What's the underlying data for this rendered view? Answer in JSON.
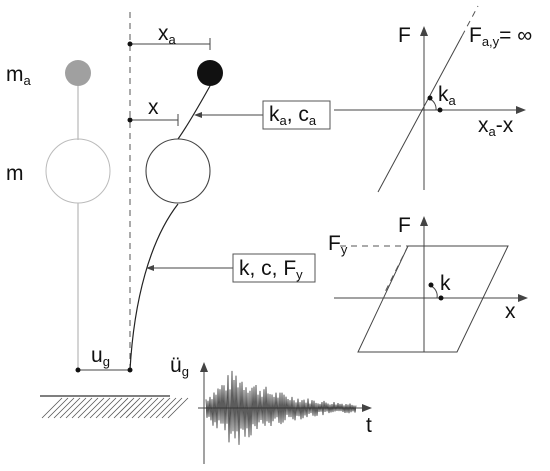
{
  "labels": {
    "m_a": "m",
    "m_a_sub": "a",
    "m": "m",
    "x_a": "x",
    "x_a_sub": "a",
    "x": "x",
    "u_g": "u",
    "u_g_sub": "g",
    "k_a_c_a_box": {
      "k": "k",
      "k_sub": "a",
      "sep": ", c",
      "c_sub": "a"
    },
    "k_c_fy_box": {
      "main": "k, c, F",
      "sub": "y"
    },
    "ug_ddot": "ü",
    "ug_ddot_sub": "g",
    "t_axis": "t"
  },
  "plot_top": {
    "y_axis": "F",
    "x_axis": "x",
    "x_axis_sub": "a",
    "x_axis_tail": "-x",
    "fay": "F",
    "fay_sub": "a,y",
    "fay_eq": "= ∞",
    "slope": "k",
    "slope_sub": "a"
  },
  "plot_bottom": {
    "y_axis": "F",
    "x_axis": "x",
    "fy": "F",
    "fy_sub": "y",
    "slope": "k"
  },
  "colors": {
    "ghost_mass": "#a0a0a0",
    "active_mass": "#111111",
    "ground_hatch": "#555555"
  }
}
